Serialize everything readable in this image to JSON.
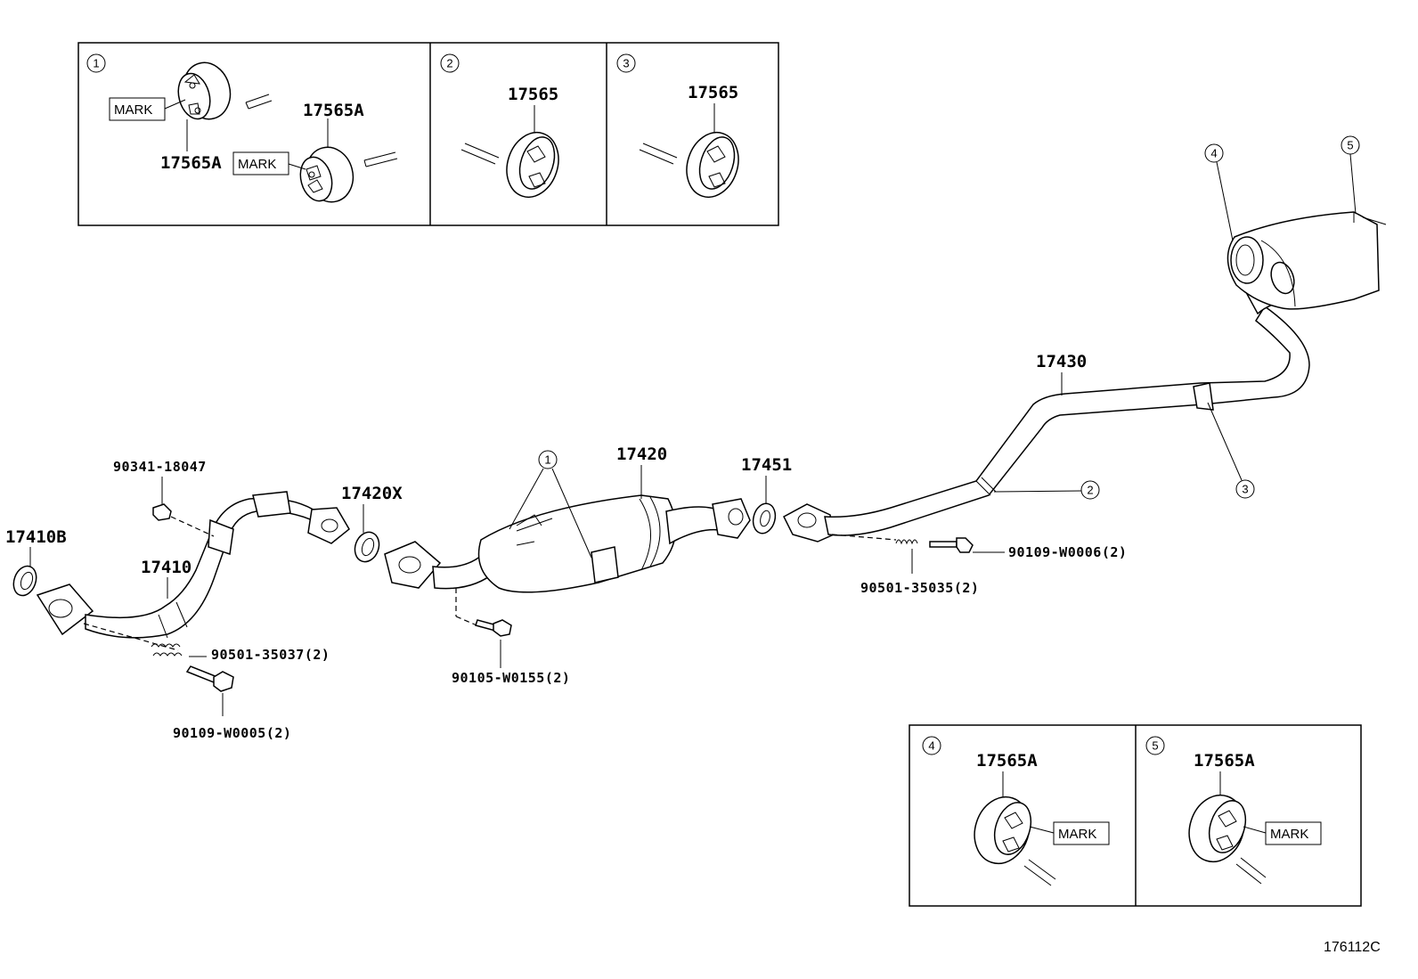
{
  "diagram_code": "176112C",
  "mark_label": "MARK",
  "detail_boxes": {
    "box1": {
      "num": "1",
      "labels": [
        "17565A",
        "17565A"
      ]
    },
    "box2": {
      "num": "2",
      "label": "17565"
    },
    "box3": {
      "num": "3",
      "label": "17565"
    },
    "box4": {
      "num": "4",
      "label": "17565A"
    },
    "box5": {
      "num": "5",
      "label": "17565A"
    }
  },
  "callouts": [
    "1",
    "2",
    "3",
    "4",
    "5"
  ],
  "parts": {
    "p17410B": "17410B",
    "p17410": "17410",
    "p90341": "90341-18047",
    "p17420X": "17420X",
    "p17420": "17420",
    "p17451": "17451",
    "p17430": "17430",
    "p90501_35037": "90501-35037(2)",
    "p90109_W0005": "90109-W0005(2)",
    "p90105_W0155": "90105-W0155(2)",
    "p90109_W0006": "90109-W0006(2)",
    "p90501_35035": "90501-35035(2)"
  }
}
